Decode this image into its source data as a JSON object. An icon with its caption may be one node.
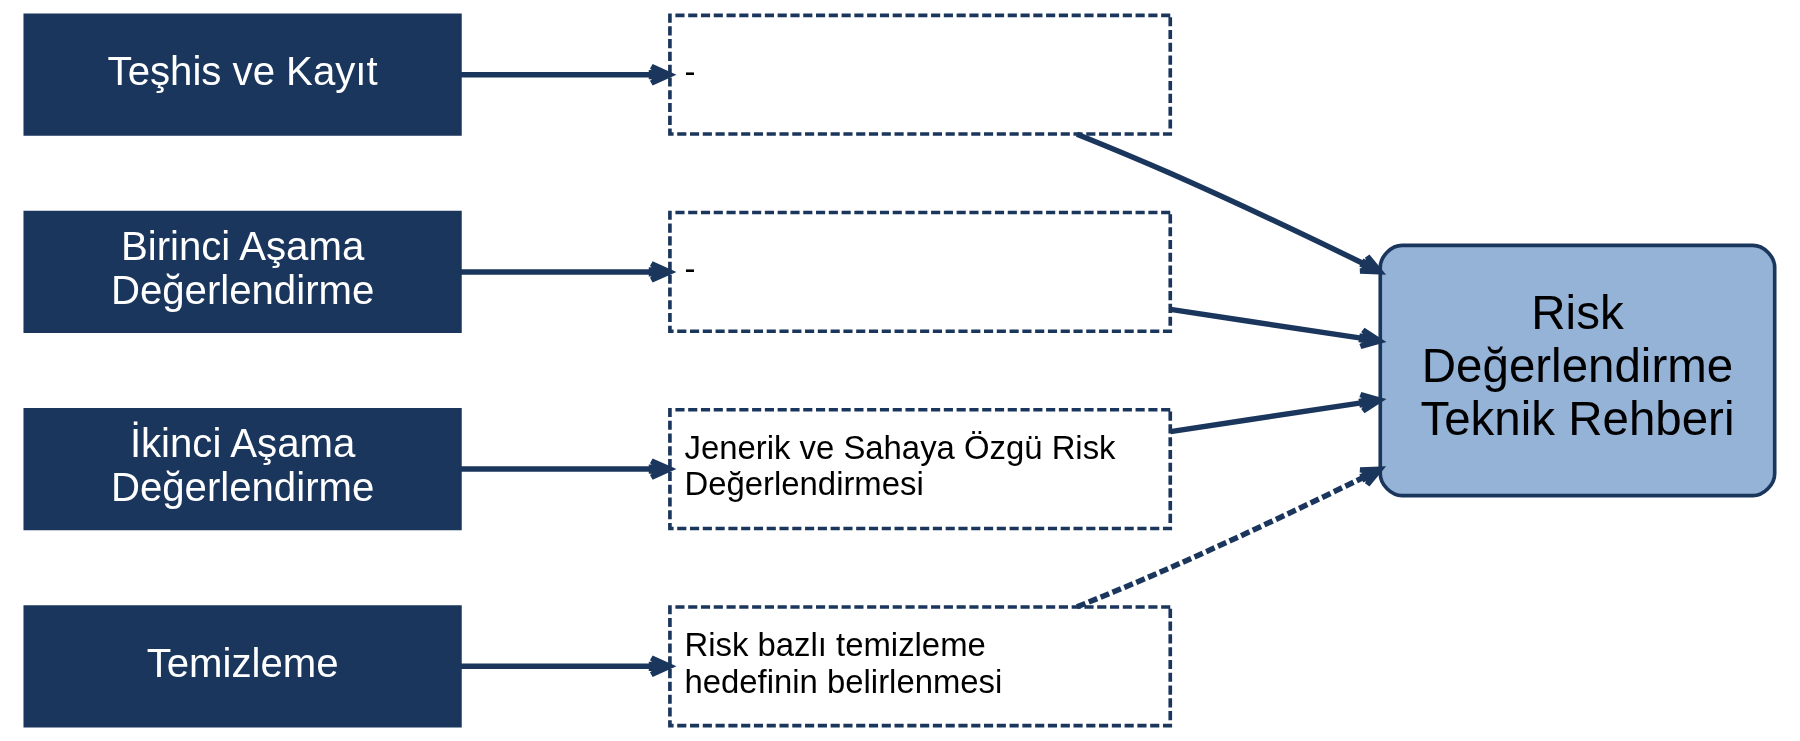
{
  "diagram": {
    "nodes": [
      {
        "text": [
          "Teşhis ve Kayıt"
        ]
      },
      {
        "text": [
          "Birinci Aşama Değerlendirme"
        ]
      },
      {
        "text": [
          "İkinci Aşama Değerlendirme"
        ]
      },
      {
        "text": [
          "Temizleme"
        ]
      },
      {
        "text": [
          "-"
        ]
      },
      {
        "text": [
          "-"
        ]
      },
      {
        "text": [
          "Jenerik ve Sahaya Özgü Risk Değerlendirmesi"
        ]
      },
      {
        "text": [
          "Risk bazlı temizleme hedefinin belirlenmesi"
        ]
      },
      {
        "text": [
          "Risk Değerlendirme Teknik Rehberi"
        ]
      }
    ],
    "edges": [
      {
        "from": 0,
        "to": 4,
        "arrow": "to"
      },
      {
        "from": 1,
        "to": 5,
        "arrow": "to"
      },
      {
        "from": 2,
        "to": 6,
        "arrow": "to"
      },
      {
        "from": 3,
        "to": 7,
        "arrow": "to"
      },
      {
        "from": 4,
        "to": 8,
        "arrow": "to"
      },
      {
        "from": 5,
        "to": 8,
        "arrow": "to"
      },
      {
        "from": 6,
        "to": 8,
        "arrow": "to"
      },
      {
        "from": 7,
        "to": 8,
        "arrow": "to",
        "style": "dashed"
      }
    ]
  }
}
